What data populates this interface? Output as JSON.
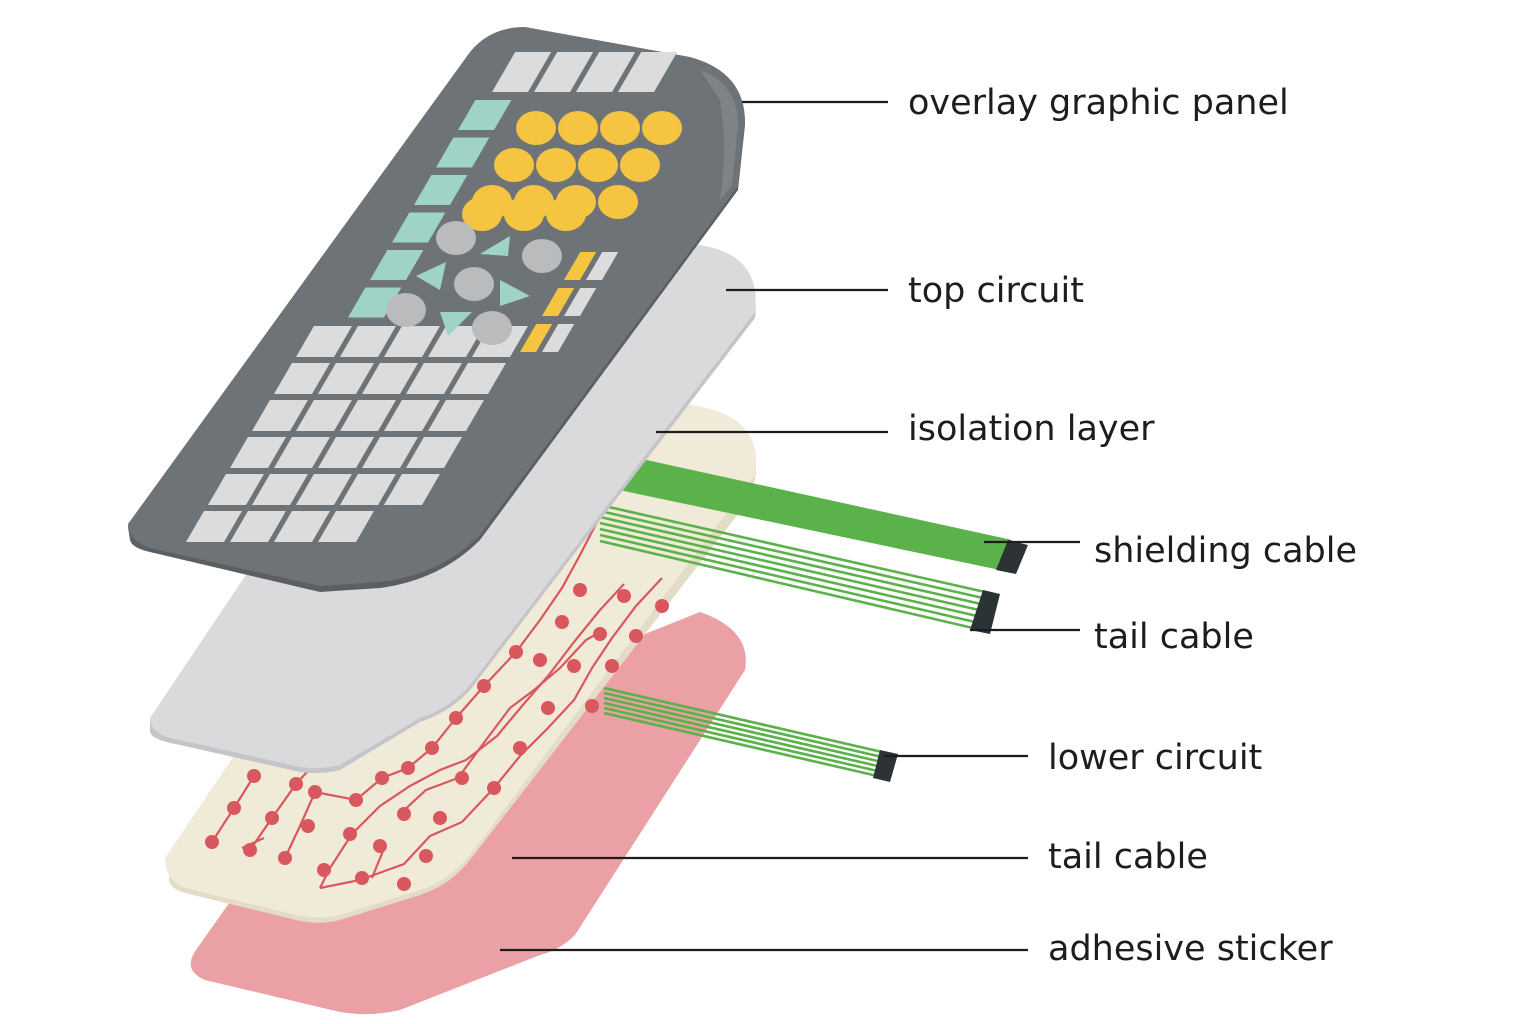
{
  "labels": {
    "overlay": "overlay graphic panel",
    "top_circuit": "top circuit",
    "isolation": "isolation layer",
    "shielding": "shielding cable",
    "tail_upper": "tail cable",
    "lower_circuit": "lower circuit",
    "tail_lower": "tail cable",
    "adhesive": "adhesive sticker"
  },
  "colors": {
    "overlay_body": "#6e7377",
    "overlay_edge": "#5b5f62",
    "key_light": "#dcdcdc",
    "key_teal": "#9fd3c7",
    "key_yellow": "#f5c542",
    "key_gray": "#b9bbbd",
    "top_circuit": "#dadadd",
    "lower_sheet": "#f0ead8",
    "trace_red": "#d9575e",
    "cable_green": "#5cb24a",
    "adhesive": "#eaa0a5",
    "leader": "#1d1d1b"
  }
}
